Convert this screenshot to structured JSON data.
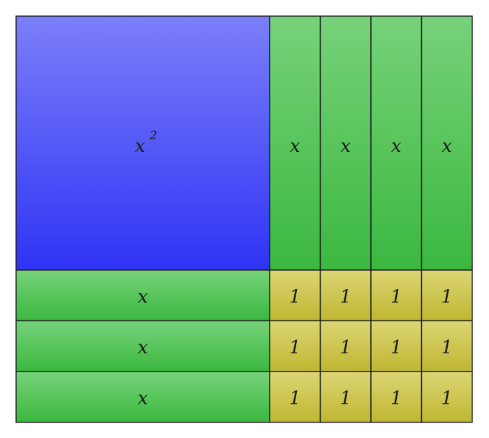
{
  "tiles": {
    "x_squared": {
      "label": "x",
      "superscript": "2",
      "count": 1,
      "color": "#3a3cf7"
    },
    "x_vertical": {
      "label": "x",
      "count": 4,
      "color": "#4cc150"
    },
    "x_horizontal": {
      "label": "x",
      "count": 3,
      "color": "#4cc150"
    },
    "unit": {
      "label": "1",
      "rows": 3,
      "cols": 4,
      "color": "#c9c13f"
    }
  },
  "colors": {
    "x_squared_top": "#7b7ff9",
    "x_squared_bottom": "#2f33f4",
    "x_top": "#77d27a",
    "x_bottom": "#3bb83f",
    "unit_top": "#dcd674",
    "unit_bottom": "#bfb632",
    "outline": "#1a1a1a"
  }
}
